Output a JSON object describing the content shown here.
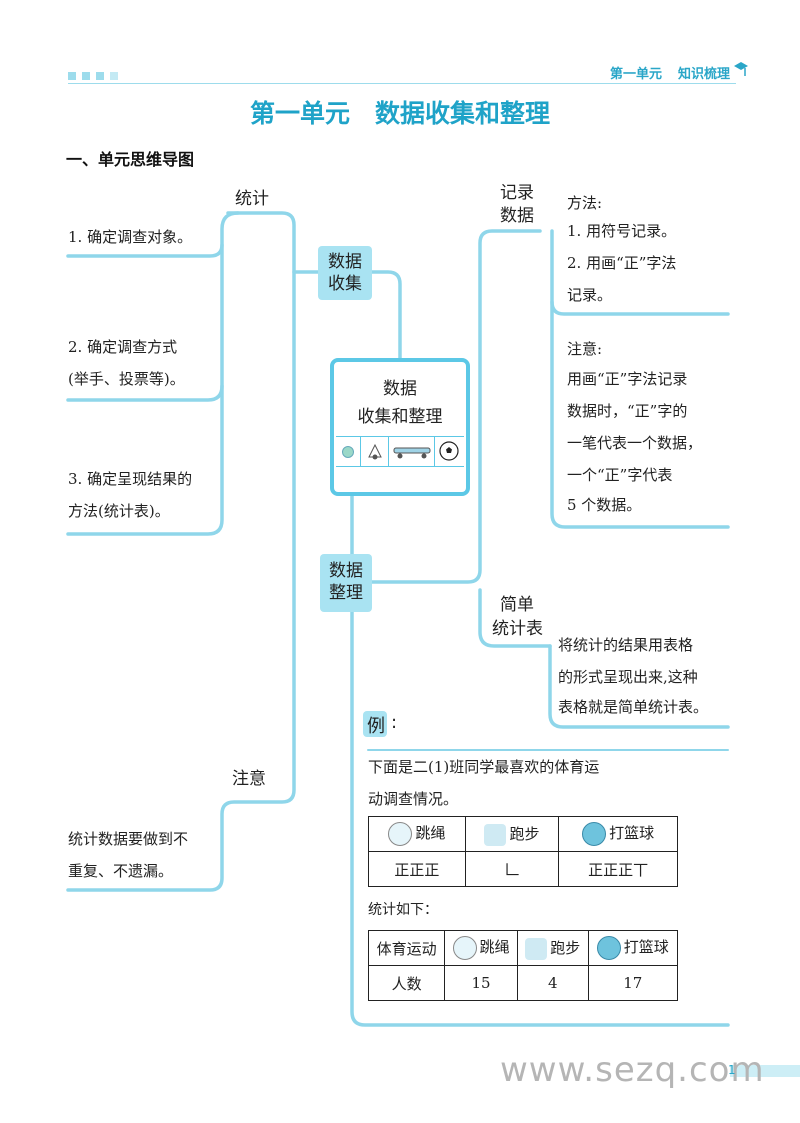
{
  "header": {
    "unit_label": "第一单元",
    "section_label": "知识梳理",
    "title": "第一单元　数据收集和整理",
    "subtitle": "一、单元思维导图"
  },
  "center": {
    "title_line1": "数据",
    "title_line2": "收集和整理"
  },
  "branches": {
    "collect": {
      "line1": "数据",
      "line2": "收集"
    },
    "organize": {
      "line1": "数据",
      "line2": "整理"
    }
  },
  "left": {
    "stat_label": "统计",
    "item1": "1. 确定调查对象。",
    "item2_l1": "2. 确定调查方式",
    "item2_l2": "(举手、投票等)。",
    "item3_l1": "3. 确定呈现结果的",
    "item3_l2": "方法(统计表)。",
    "note_label": "注意",
    "note_l1": "统计数据要做到不",
    "note_l2": "重复、不遗漏。"
  },
  "right": {
    "record_label_l1": "记录",
    "record_label_l2": "数据",
    "method_lines": [
      "方法:",
      "1. 用符号记录。",
      "2. 用画“正”字法",
      "记录。"
    ],
    "attention_lines": [
      "注意:",
      "用画“正”字法记录",
      "数据时，“正”字的",
      "一笔代表一个数据，",
      "一个“正”字代表",
      "5 个数据。"
    ],
    "table_label_l1": "简单",
    "table_label_l2": "统计表",
    "table_lines": [
      "将统计的结果用表格",
      "的形式呈现出来,这种",
      "表格就是简单统计表。"
    ]
  },
  "example": {
    "label": "例",
    "colon": ":",
    "desc_l1": "下面是二(1)班同学最喜欢的体育运",
    "desc_l2": "动调查情况。",
    "tally_headers": [
      "跳绳",
      "跑步",
      "打篮球"
    ],
    "tally_marks": [
      "正正正",
      "𠃊",
      "正正正丅"
    ],
    "summary_label": "统计如下：",
    "stats_row_header": "体育运动",
    "stats_count_label": "人数",
    "stats_headers": [
      "跳绳",
      "跑步",
      "打篮球"
    ],
    "stats_values": [
      "15",
      "4",
      "17"
    ]
  },
  "footer": {
    "watermark": "www.sezq.com",
    "page_number": "1"
  },
  "colors": {
    "line": "#8fd6ea",
    "node_fill": "#a9e3f2",
    "center_border": "#5cc8e6",
    "header_text": "#2aa6c8"
  }
}
